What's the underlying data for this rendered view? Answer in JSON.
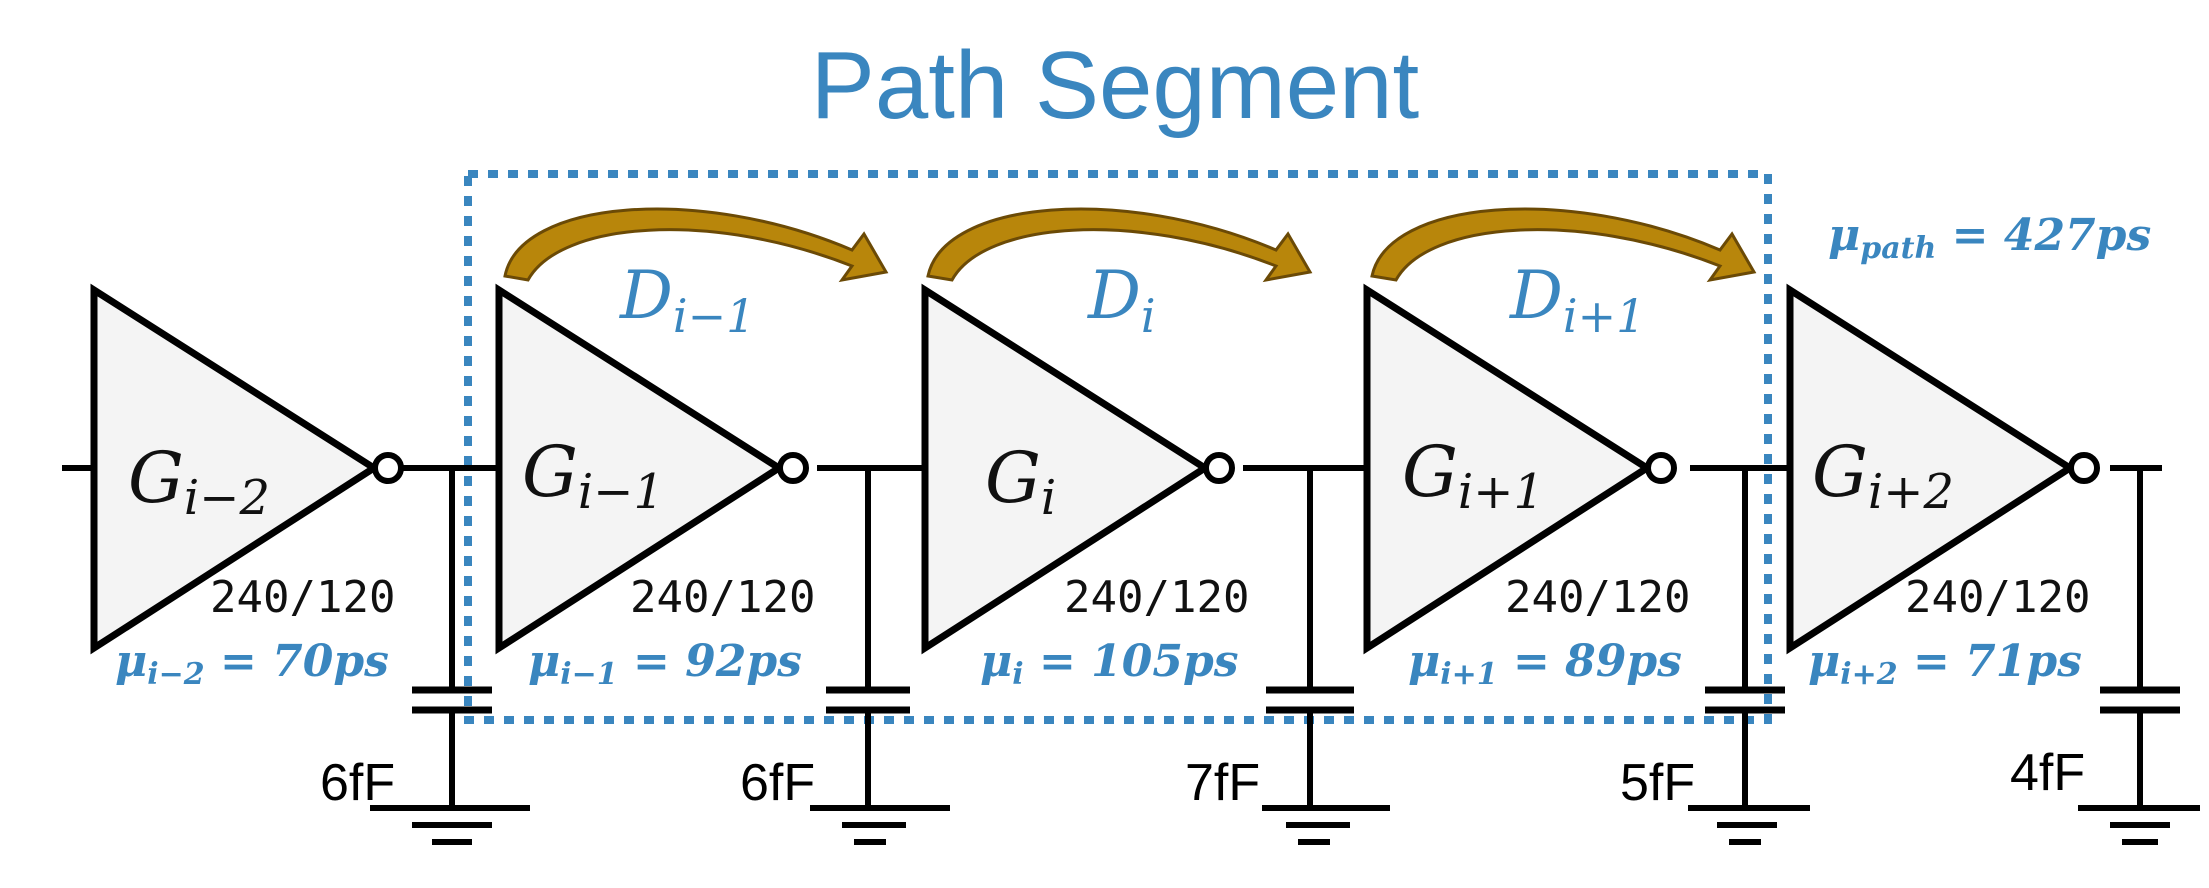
{
  "title": "Path Segment",
  "gates": [
    {
      "name": "G",
      "sub": "i−2",
      "size": "240/120",
      "mu_sub": "i−2",
      "mu_value": "70ps"
    },
    {
      "name": "G",
      "sub": "i−1",
      "size": "240/120",
      "mu_sub": "i−1",
      "mu_value": "92ps"
    },
    {
      "name": "G",
      "sub": "i",
      "size": "240/120",
      "mu_sub": "i",
      "mu_value": "105ps"
    },
    {
      "name": "G",
      "sub": "i+1",
      "size": "240/120",
      "mu_sub": "i+1",
      "mu_value": "89ps"
    },
    {
      "name": "G",
      "sub": "i+2",
      "size": "240/120",
      "mu_sub": "i+2",
      "mu_value": "71ps"
    }
  ],
  "delays": [
    {
      "name": "D",
      "sub": "i−1"
    },
    {
      "name": "D",
      "sub": "i"
    },
    {
      "name": "D",
      "sub": "i+1"
    }
  ],
  "caps": [
    "6fF",
    "6fF",
    "7fF",
    "5fF",
    "4fF"
  ],
  "mu_symbol": "μ",
  "path_mu": {
    "sub": "path",
    "value": "427ps"
  },
  "colors": {
    "accent": "#3a86bf",
    "arrow": "#b8860b",
    "gate_fill": "#f4f4f4"
  }
}
